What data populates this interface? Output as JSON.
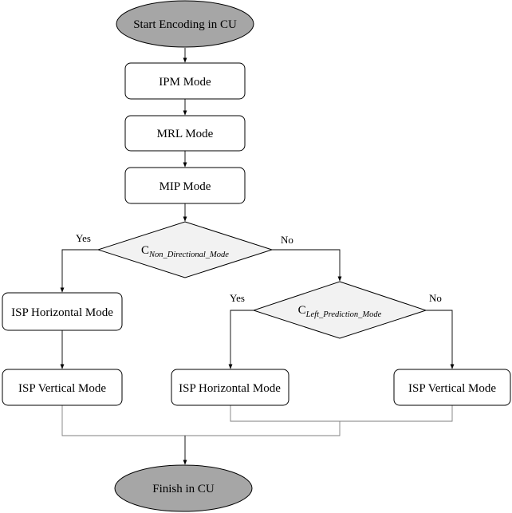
{
  "diagram": {
    "nodes": {
      "start": {
        "label": "Start Encoding  in CU"
      },
      "ipm": {
        "label": "IPM Mode"
      },
      "mrl": {
        "label": "MRL Mode"
      },
      "mip": {
        "label": "MIP Mode"
      },
      "cond1": {
        "label_main": "C",
        "label_sub": "Non_Directional_Mode"
      },
      "isp_h_left": {
        "label": "ISP Horizontal  Mode"
      },
      "isp_v_left": {
        "label": "ISP Vertical Mode"
      },
      "cond2": {
        "label_main": "C",
        "label_sub": "Left_Prediction_Mode"
      },
      "isp_h_mid": {
        "label": "ISP Horizontal  Mode"
      },
      "isp_v_right": {
        "label": "ISP Vertical Mode"
      },
      "finish": {
        "label": "Finish in CU"
      }
    },
    "edge_labels": {
      "cond1_yes": "Yes",
      "cond1_no": "No",
      "cond2_yes": "Yes",
      "cond2_no": "No"
    },
    "colors": {
      "terminal_fill": "#a6a6a6",
      "decision_fill": "#f2f2f2",
      "process_fill": "#ffffff",
      "stroke": "#000000"
    }
  }
}
